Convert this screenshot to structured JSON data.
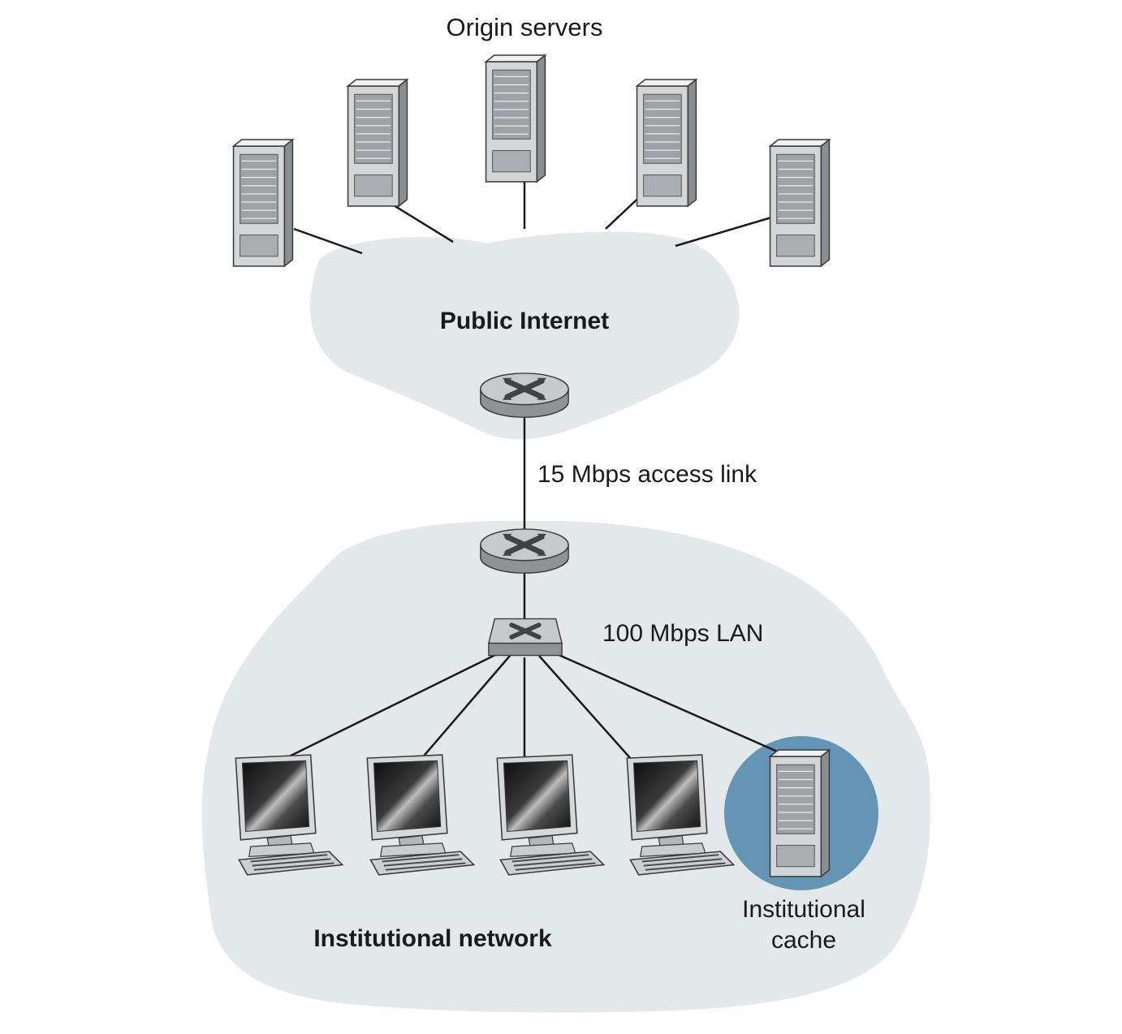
{
  "diagram": {
    "labels": {
      "origin_servers": "Origin servers",
      "public_internet": "Public Internet",
      "access_link": "15 Mbps access link",
      "lan": "100 Mbps LAN",
      "institutional_network": "Institutional network",
      "institutional_cache_line1": "Institutional",
      "institutional_cache_line2": "cache"
    },
    "colors": {
      "cloud_fill": "#e3e8eb",
      "cache_highlight": "#6494b6",
      "link_stroke": "#1a1a1a",
      "server_body": "#d3d6d9",
      "router_body": "#c7cacd"
    },
    "nodes": {
      "origin_server_count": 5,
      "host_count": 4,
      "router_count": 2,
      "switch_count": 1,
      "cache_count": 1
    }
  }
}
